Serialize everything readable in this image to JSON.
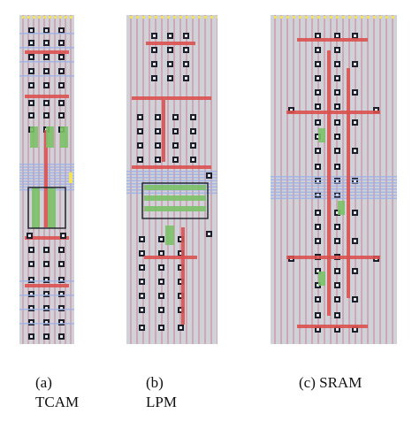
{
  "panels": [
    {
      "id": "a",
      "label": "(a)",
      "name": "TCAM"
    },
    {
      "id": "b",
      "label": "(b)",
      "name": "LPM"
    },
    {
      "id": "c",
      "label": "(c) SRAM",
      "name": ""
    }
  ],
  "colors": {
    "background": "#cfd3d9",
    "metal_vertical": "#cf9aa6",
    "metal_horizontal": "#9fb2e6",
    "poly": "#d9514f",
    "diffusion": "#7bc167",
    "contact": "#1c1f2a",
    "power_marker": "#f2e35a"
  }
}
